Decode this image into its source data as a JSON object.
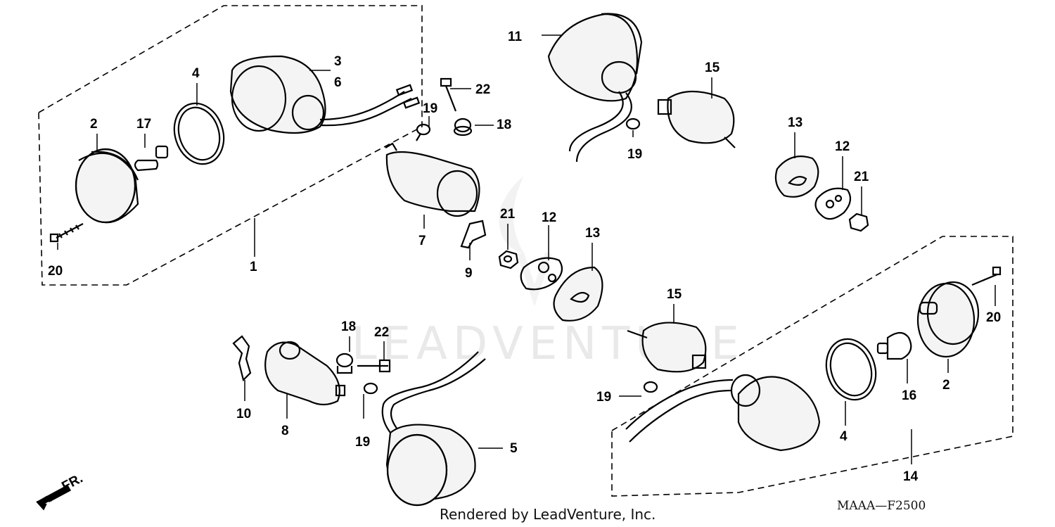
{
  "diagram": {
    "watermark": "LEADVENTURE",
    "footer": "Rendered by LeadVenture, Inc.",
    "code": "MAAA—F2500",
    "direction_label": "FR.",
    "callouts": {
      "c1": "1",
      "c2a": "2",
      "c2b": "2",
      "c3": "3",
      "c4a": "4",
      "c4b": "4",
      "c5": "5",
      "c6": "6",
      "c7": "7",
      "c8": "8",
      "c9": "9",
      "c10": "10",
      "c11": "11",
      "c12a": "12",
      "c12b": "12",
      "c13a": "13",
      "c13b": "13",
      "c14": "14",
      "c15a": "15",
      "c15b": "15",
      "c16": "16",
      "c17": "17",
      "c18a": "18",
      "c18b": "18",
      "c19a": "19",
      "c19b": "19",
      "c19c": "19",
      "c19d": "19",
      "c20a": "20",
      "c20b": "20",
      "c21a": "21",
      "c21b": "21",
      "c22a": "22",
      "c22b": "22"
    }
  }
}
